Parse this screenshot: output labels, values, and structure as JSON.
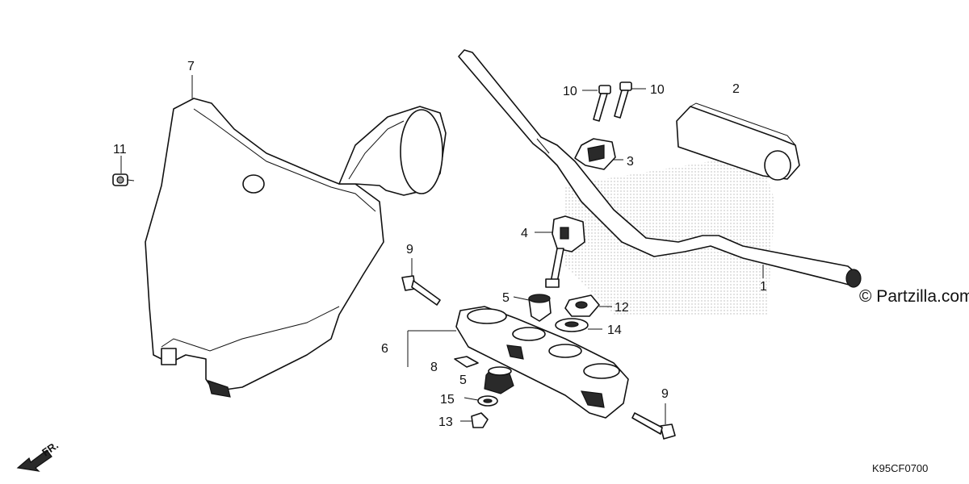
{
  "diagram": {
    "copyright": "© Partzilla.com",
    "diagram_code": "K95CF0700",
    "direction_label": "FR."
  },
  "callouts": [
    {
      "id": "c1",
      "text": "1"
    },
    {
      "id": "c2",
      "text": "2"
    },
    {
      "id": "c3",
      "text": "3"
    },
    {
      "id": "c4",
      "text": "4"
    },
    {
      "id": "c5a",
      "text": "5"
    },
    {
      "id": "c5b",
      "text": "5"
    },
    {
      "id": "c6",
      "text": "6"
    },
    {
      "id": "c7",
      "text": "7"
    },
    {
      "id": "c8",
      "text": "8"
    },
    {
      "id": "c9a",
      "text": "9"
    },
    {
      "id": "c9b",
      "text": "9"
    },
    {
      "id": "c10a",
      "text": "10"
    },
    {
      "id": "c10b",
      "text": "10"
    },
    {
      "id": "c11",
      "text": "11"
    },
    {
      "id": "c12",
      "text": "12"
    },
    {
      "id": "c13",
      "text": "13"
    },
    {
      "id": "c14",
      "text": "14"
    },
    {
      "id": "c15",
      "text": "15"
    }
  ]
}
